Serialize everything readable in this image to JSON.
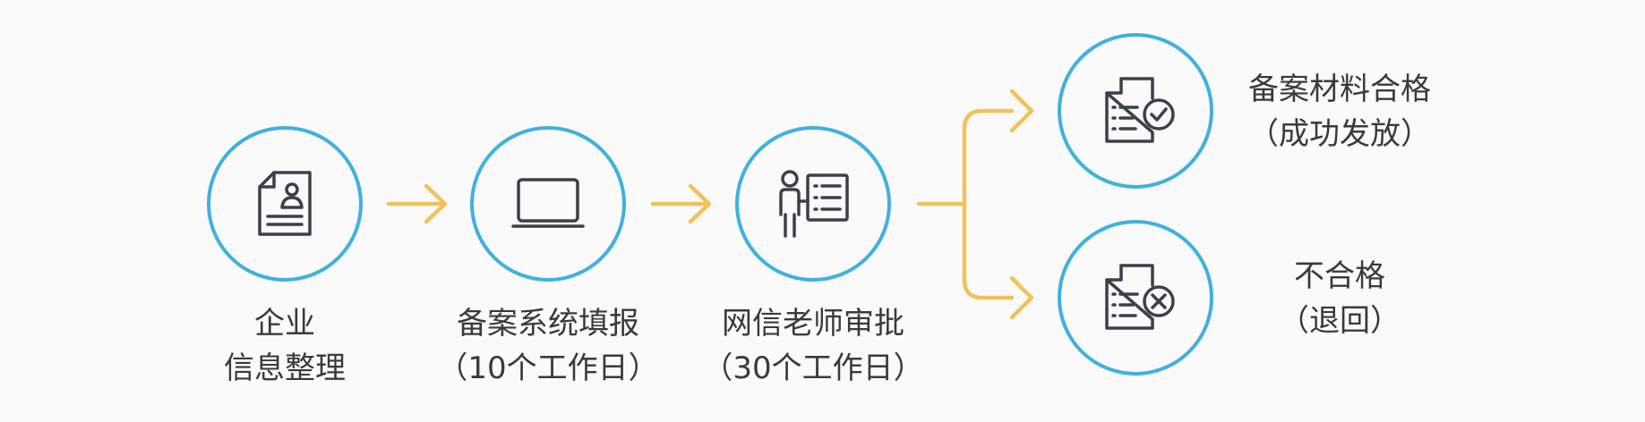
{
  "colors": {
    "circle": "#3fb1df",
    "arrow": "#f0c25a",
    "icon": "#3c4048",
    "text": "#3a3a3a",
    "background": "#fafafa"
  },
  "steps": [
    {
      "icon": "profile-document-icon",
      "lines": [
        "企业",
        "信息整理"
      ]
    },
    {
      "icon": "laptop-icon",
      "lines": [
        "备案系统填报",
        "（10个工作日）"
      ]
    },
    {
      "icon": "presenter-board-icon",
      "lines": [
        "网信老师审批",
        "（30个工作日）"
      ]
    }
  ],
  "outcomes": [
    {
      "icon": "document-check-icon",
      "lines": [
        "备案材料合格",
        "（成功发放）"
      ]
    },
    {
      "icon": "document-cross-icon",
      "lines": [
        "不合格",
        "（退回）"
      ]
    }
  ]
}
